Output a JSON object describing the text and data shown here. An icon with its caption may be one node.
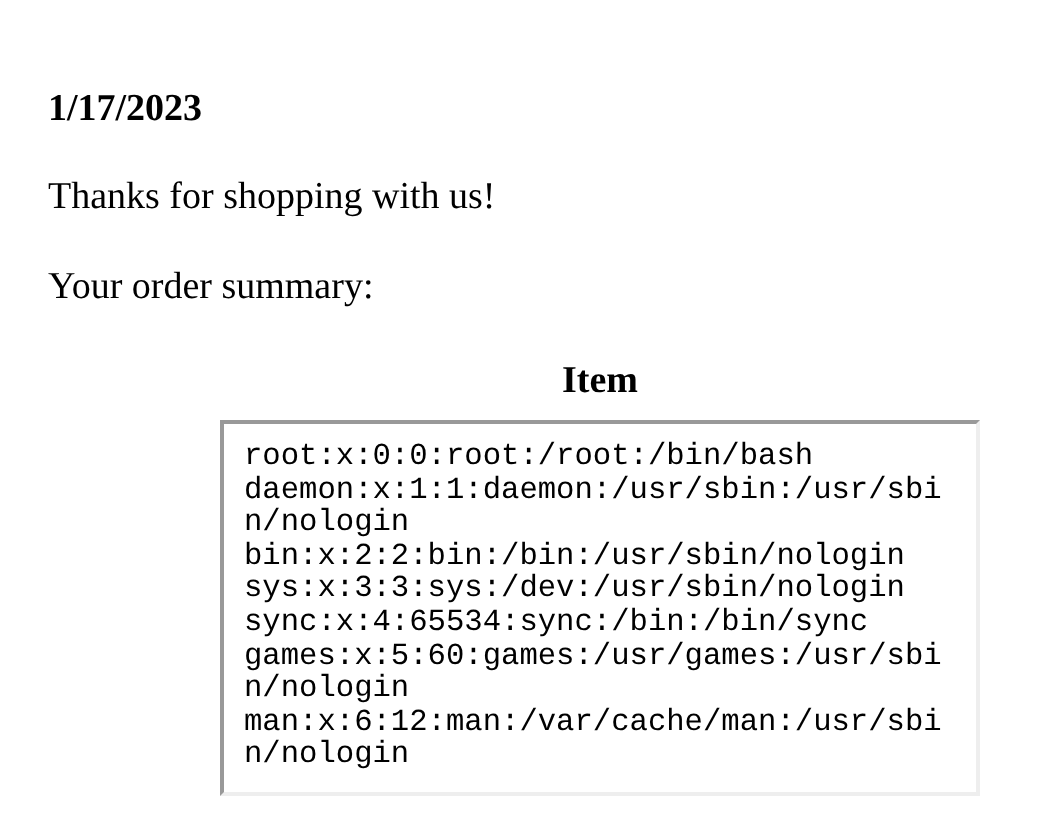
{
  "diagram": {
    "labels": [
      "1/17/2023",
      "Thanks for shopping with us!",
      "Your order summary:",
      "Item",
      "root:x:0:0:root:/root:/bin/bash",
      "daemon:x:1:1:daemon:/usr/sbin:/usr/sbin/nologin",
      "bin:x:2:2:bin:/bin:/usr/sbin/nologin",
      "sys:x:3:3:sys:/dev:/usr/sbin/nologin",
      "sync:x:4:65534:sync:/bin:/bin/sync",
      "games:x:5:60:games:/usr/games:/usr/sbin/nologin",
      "man:x:6:12:man:/var/cache/man:/usr/sbin/nologin"
    ]
  }
}
